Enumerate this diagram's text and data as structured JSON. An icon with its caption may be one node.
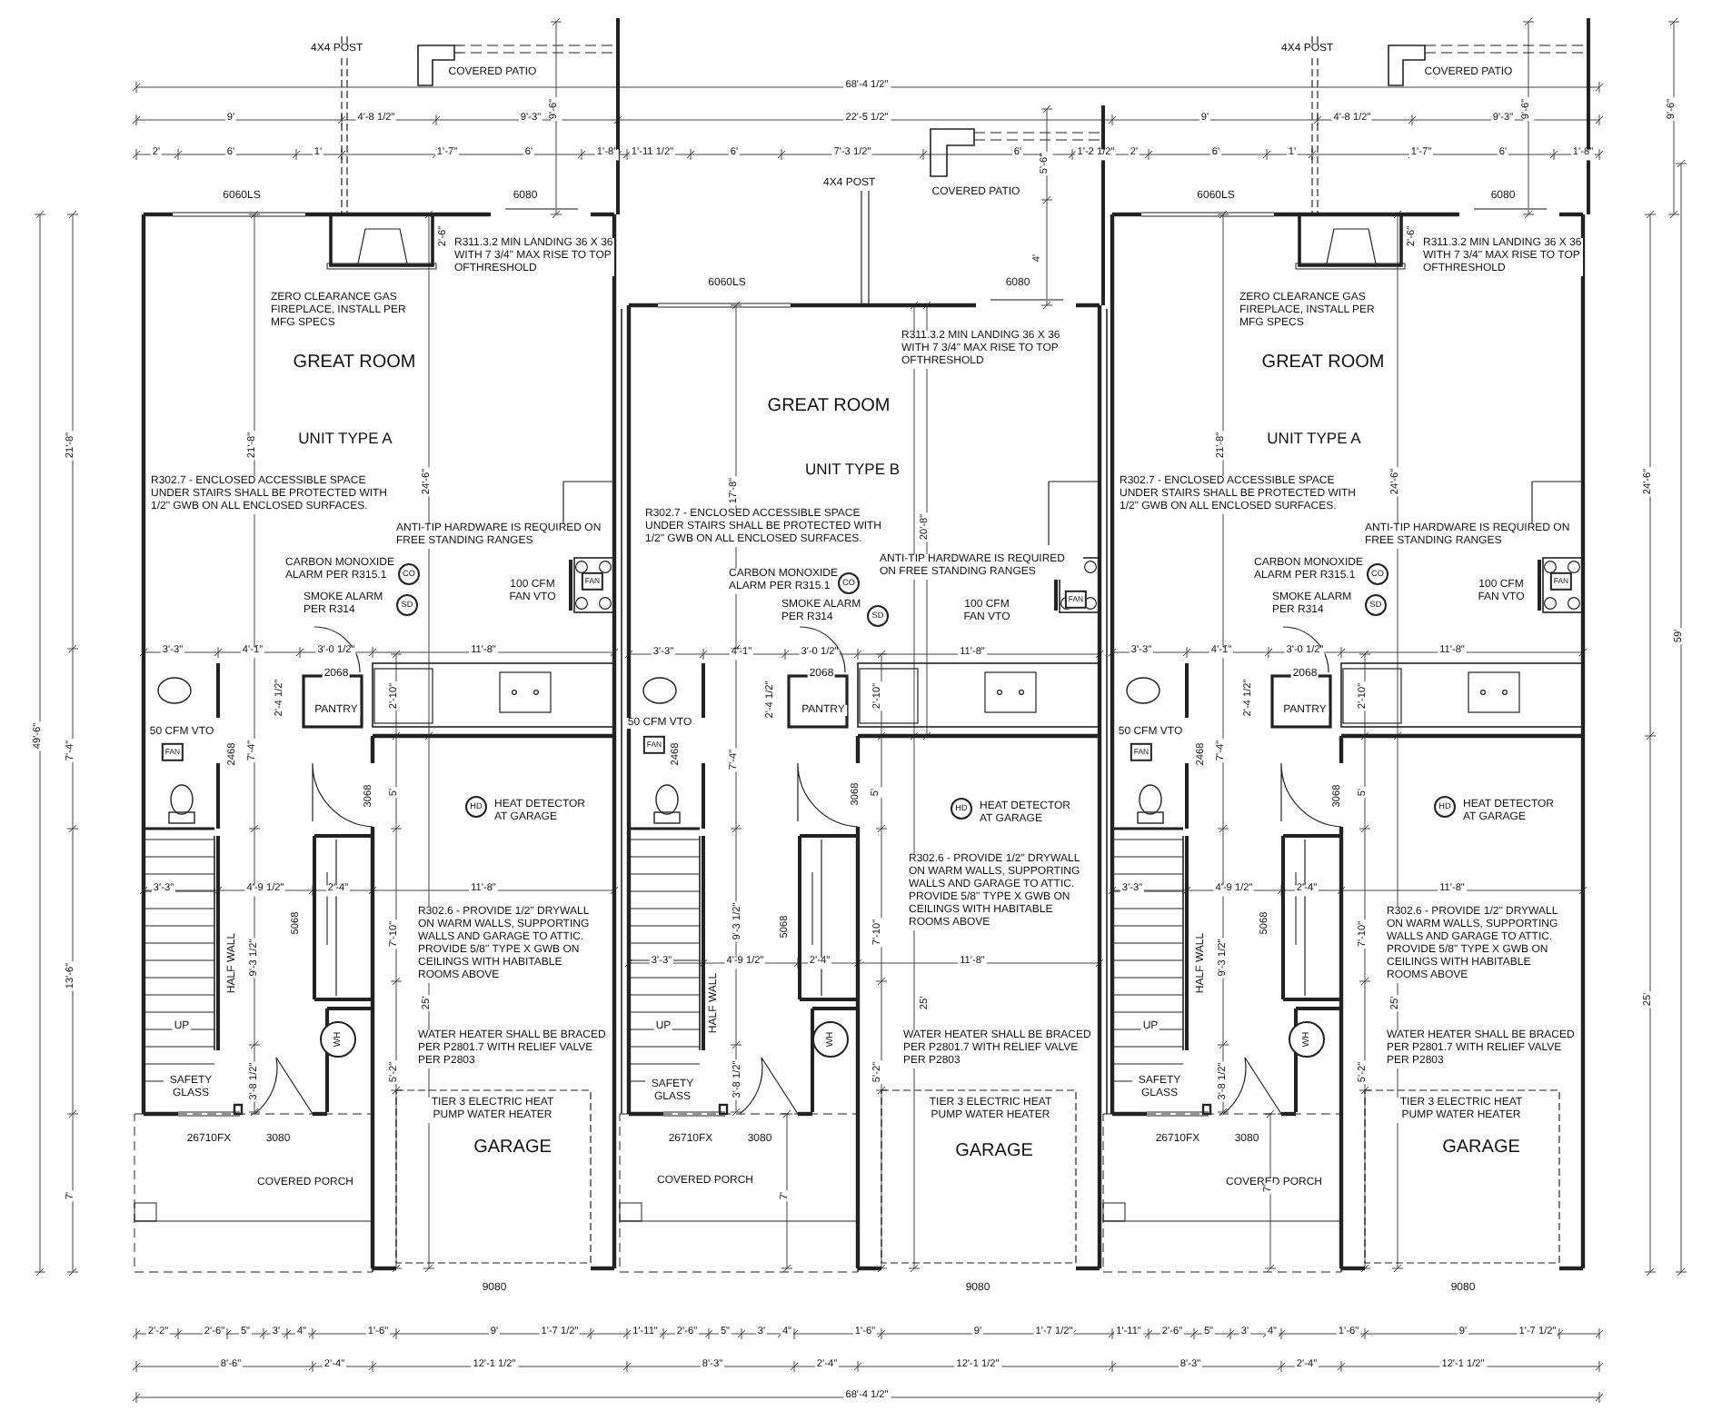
{
  "diagram": {
    "labels": [
      "4X4 POST",
      "COVERED PATIO",
      "68'-4 1/2\"",
      "9'-6\"",
      "9'-6\"",
      "4X4 POST",
      "COVERED PATIO",
      "9'-6\"",
      "9'",
      "4'-8 1/2\"",
      "9'-3\"",
      "22'-5 1/2\"",
      "9'",
      "4'-8 1/2\"",
      "9'-3\"",
      "2'",
      "6'",
      "1'",
      "1'-7\"",
      "6'",
      "1'-8\"",
      "1'-11 1/2\"",
      "6'",
      "7'-3 1/2\"",
      "5'-6\"",
      "6'",
      "1'-2 1/2\"",
      "2'",
      "6'",
      "1'",
      "1'-7\"",
      "6'",
      "1'-8\"",
      "4X4 POST",
      "COVERED PATIO",
      "6060LS",
      "6080",
      "6060LS",
      "6080",
      "4'",
      "6060LS",
      "6080",
      "2'-6\"",
      "R311.3.2 MIN LANDING 36 X 36 WITH 7 3/4\" MAX RISE TO TOP OFTHRESHOLD",
      "ZERO CLEARANCE GAS FIREPLACE, INSTALL PER MFG SPECS",
      "GREAT ROOM",
      "UNIT TYPE A",
      "21'-8\"",
      "21'-8\"",
      "24'-6\"",
      "R302.7 - ENCLOSED ACCESSIBLE SPACE UNDER STAIRS SHALL BE PROTECTED WITH 1/2\" GWB ON ALL ENCLOSED SURFACES.",
      "ANTI-TIP HARDWARE IS REQUIRED ON FREE STANDING RANGES",
      "CARBON MONOXIDE ALARM PER R315.1",
      "CO",
      "SMOKE ALARM PER R314",
      "SD",
      "100 CFM FAN VTO",
      "FAN",
      "3'-3\"",
      "4'-1\"",
      "3'-0 1/2\"",
      "11'-8\"",
      "2068",
      "2'-4 1/2\"",
      "PANTRY",
      "2'-10\"",
      "50 CFM VTO",
      "FAN",
      "49'-6\"",
      "7'-4\"",
      "2468",
      "7'-4\"",
      "3068",
      "5'",
      "HD",
      "HEAT DETECTOR AT GARAGE",
      "3'-3\"",
      "4'-9 1/2\"",
      "2'-4\"",
      "11'-8\"",
      "R302.6 - PROVIDE 1/2\" DRYWALL ON WARM WALLS, SUPPORTING WALLS AND GARAGE TO ATTIC. PROVIDE 5/8\" TYPE X GWB ON CEILINGS WITH HABITABLE ROOMS ABOVE",
      "5068",
      "7'-10\"",
      "9'-3 1/2\"",
      "HALF WALL",
      "13'-6\"",
      "25'",
      "UP",
      "WH",
      "WATER HEATER SHALL BE BRACED PER P2801.7 WITH RELIEF VALVE PER P2803",
      "5'-2\"",
      "3'-8 1/2\"",
      "SAFETY GLASS",
      "TIER 3 ELECTRIC HEAT PUMP WATER HEATER",
      "GARAGE",
      "26710FX",
      "3080",
      "COVERED PORCH",
      "7'",
      "9080",
      "R311.3.2 MIN LANDING 36 X 36 WITH 7 3/4\" MAX RISE TO TOP OFTHRESHOLD",
      "GREAT ROOM",
      "UNIT TYPE B",
      "17'-8\"",
      "20'-8\"",
      "R302.7 - ENCLOSED ACCESSIBLE SPACE UNDER STAIRS SHALL BE PROTECTED WITH 1/2\" GWB ON ALL ENCLOSED SURFACES.",
      "ANTI-TIP HARDWARE IS REQUIRED ON FREE STANDING RANGES",
      "CARBON MONOXIDE ALARM PER R315.1",
      "CO",
      "SMOKE ALARM PER R314",
      "SD",
      "100 CFM FAN VTO",
      "FAN",
      "3'-3\"",
      "4'-1\"",
      "3'-0 1/2\"",
      "11'-8\"",
      "2068",
      "2'-4 1/2\"",
      "PANTRY",
      "2'-10\"",
      "50 CFM VTO",
      "FAN",
      "2468",
      "7'-4\"",
      "3068",
      "5'",
      "HD",
      "HEAT DETECTOR AT GARAGE",
      "R302.6 - PROVIDE 1/2\" DRYWALL ON WARM WALLS, SUPPORTING WALLS AND GARAGE TO ATTIC. PROVIDE 5/8\" TYPE X GWB ON CEILINGS WITH HABITABLE ROOMS ABOVE",
      "9'-3 1/2\"",
      "5068",
      "7'-10\"",
      "3'-3\"",
      "4'-9 1/2\"",
      "2'-4\"",
      "11'-8\"",
      "HALF WALL",
      "25'",
      "UP",
      "WH",
      "WATER HEATER SHALL BE BRACED PER P2801.7 WITH RELIEF VALVE PER P2803",
      "5'-2\"",
      "3'-8 1/2\"",
      "SAFETY GLASS",
      "TIER 3 ELECTRIC HEAT PUMP WATER HEATER",
      "GARAGE",
      "26710FX",
      "3080",
      "COVERED PORCH",
      "7'",
      "9080",
      "2'-6\"",
      "R311.3.2 MIN LANDING 36 X 36 WITH 7 3/4\" MAX RISE TO TOP OFTHRESHOLD",
      "ZERO CLEARANCE GAS FIREPLACE, INSTALL PER MFG SPECS",
      "GREAT ROOM",
      "UNIT TYPE A",
      "21'-8\"",
      "24'-6\"",
      "24'-6\"",
      "R302.7 - ENCLOSED ACCESSIBLE SPACE UNDER STAIRS SHALL BE PROTECTED WITH 1/2\" GWB ON ALL ENCLOSED SURFACES.",
      "ANTI-TIP HARDWARE IS REQUIRED ON FREE STANDING RANGES",
      "CARBON MONOXIDE ALARM PER R315.1",
      "CO",
      "SMOKE ALARM PER R314",
      "SD",
      "100 CFM FAN VTO",
      "FAN",
      "59'",
      "3'-3\"",
      "4'-1\"",
      "3'-0 1/2\"",
      "11'-8\"",
      "2068",
      "2'-4 1/2\"",
      "PANTRY",
      "2'-10\"",
      "50 CFM VTO",
      "FAN",
      "2468",
      "7'-4\"",
      "3068",
      "5'",
      "HD",
      "HEAT DETECTOR AT GARAGE",
      "3'-3\"",
      "4'-9 1/2\"",
      "2'-4\"",
      "11'-8\"",
      "R302.6 - PROVIDE 1/2\" DRYWALL ON WARM WALLS, SUPPORTING WALLS AND GARAGE TO ATTIC. PROVIDE 5/8\" TYPE X GWB ON CEILINGS WITH HABITABLE ROOMS ABOVE",
      "5068",
      "7'-10\"",
      "9'-3 1/2\"",
      "HALF WALL",
      "25'",
      "25'",
      "UP",
      "WH",
      "WATER HEATER SHALL BE BRACED PER P2801.7 WITH RELIEF VALVE PER P2803",
      "5'-2\"",
      "3'-8 1/2\"",
      "SAFETY GLASS",
      "TIER 3 ELECTRIC HEAT PUMP WATER HEATER",
      "GARAGE",
      "26710FX",
      "3080",
      "COVERED PORCH",
      "7'",
      "9080",
      "2'-2\"",
      "2'-6\"",
      "5\"",
      "3'",
      "4\"",
      "1'-6\"",
      "9'",
      "1'-7 1/2\"",
      "1'-11\"",
      "2'-6\"",
      "5\"",
      "3'",
      "4\"",
      "1'-6\"",
      "9'",
      "1'-7 1/2\"",
      "1'-11\"",
      "2'-6\"",
      "5\"",
      "3'",
      "4\"",
      "1'-6\"",
      "9'",
      "1'-7 1/2\"",
      "8'-6\"",
      "2'-4\"",
      "12'-1 1/2\"",
      "8'-3\"",
      "2'-4\"",
      "12'-1 1/2\"",
      "8'-3\"",
      "2'-4\"",
      "12'-1 1/2\"",
      "68'-4 1/2\""
    ]
  }
}
